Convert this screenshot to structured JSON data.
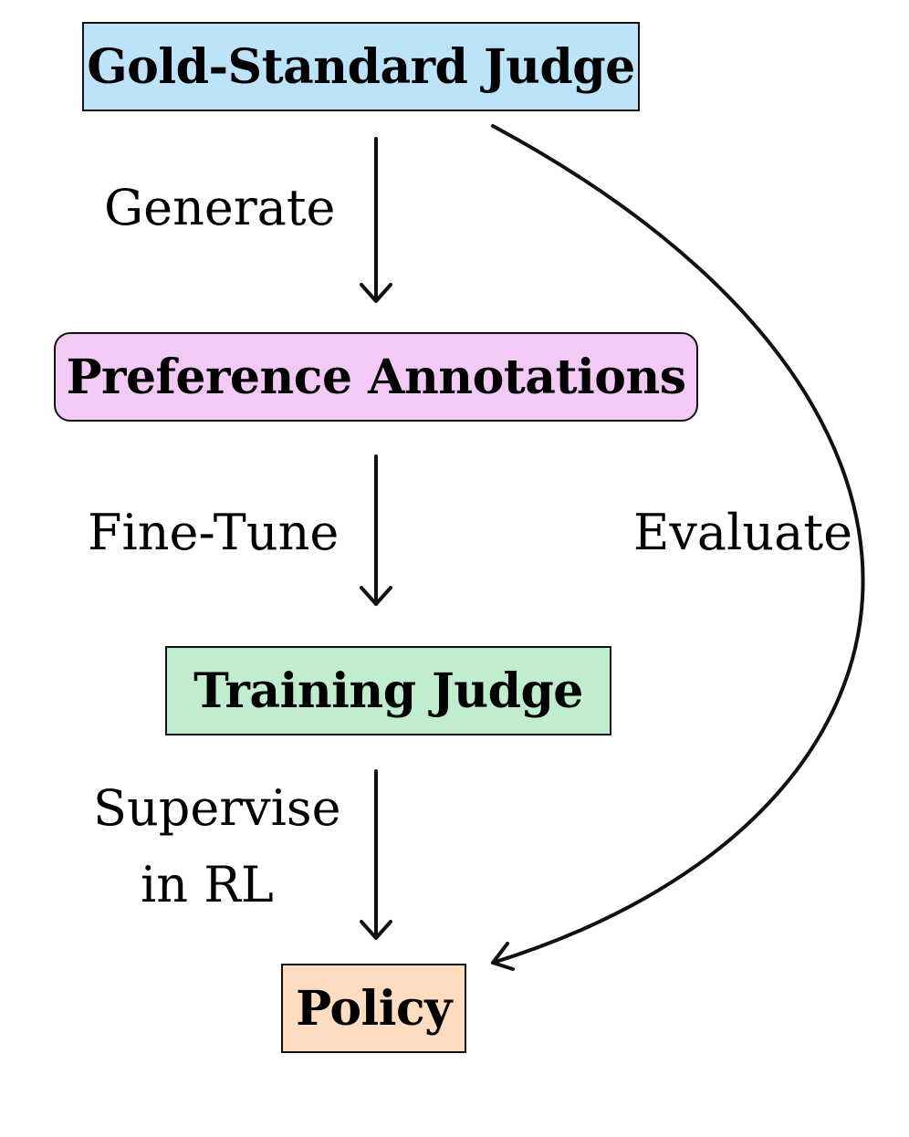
{
  "diagram": {
    "nodes": {
      "gold_judge": {
        "label": "Gold-Standard Judge",
        "fill": "#bde3fb"
      },
      "preference_annotations": {
        "label": "Preference Annotations",
        "fill": "#f2caf5"
      },
      "training_judge": {
        "label": "Training Judge",
        "fill": "#c1edcf"
      },
      "policy": {
        "label": "Policy",
        "fill": "#fddcbf"
      }
    },
    "edges": {
      "generate": {
        "label": "Generate"
      },
      "fine_tune": {
        "label": "Fine-Tune"
      },
      "supervise": {
        "label_line1": "Supervise",
        "label_line2": "in RL"
      },
      "evaluate": {
        "label": "Evaluate"
      }
    },
    "colors": {
      "stroke": "#111111",
      "text": "#000000"
    }
  }
}
